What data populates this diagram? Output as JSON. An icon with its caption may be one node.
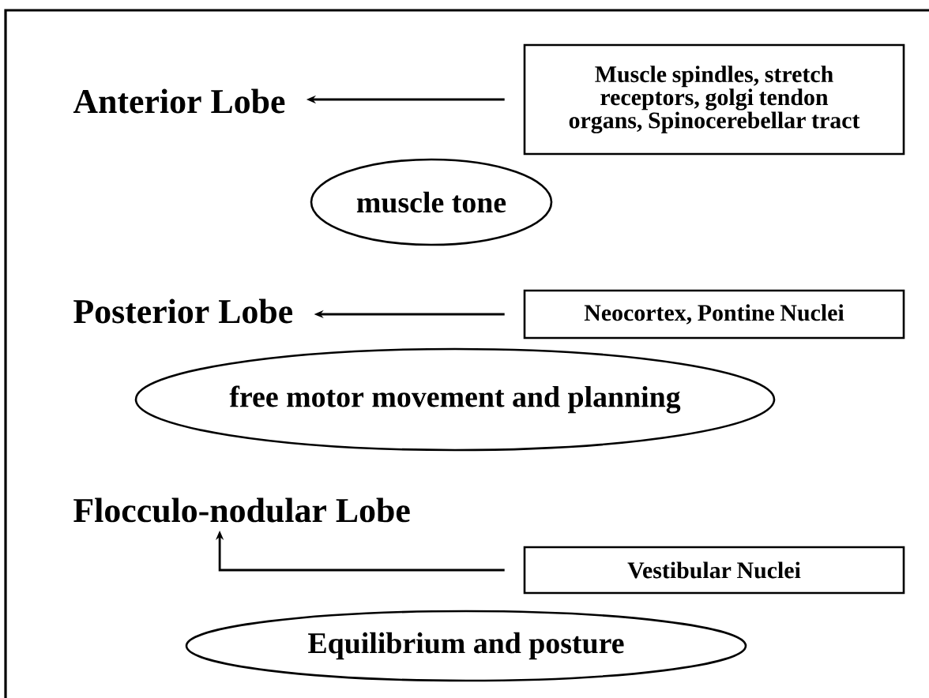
{
  "diagram": {
    "nodes": [
      {
        "text": [
          "Anterior Lobe"
        ]
      },
      {
        "text": [
          "Muscle spindles, stretch receptors, golgi tendon organs, Spinocerebellar tract"
        ]
      },
      {
        "text": [
          "muscle tone"
        ]
      },
      {
        "text": [
          "Posterior Lobe"
        ]
      },
      {
        "text": [
          "Neocortex, Pontine Nuclei"
        ]
      },
      {
        "text": [
          "free motor movement and planning"
        ]
      },
      {
        "text": [
          "Flocculo-nodular Lobe"
        ]
      },
      {
        "text": [
          "Vestibular Nuclei"
        ]
      },
      {
        "text": [
          "Equilibrium and posture"
        ]
      }
    ],
    "edges": [
      {
        "from": 1,
        "to": 0,
        "arrow": "to"
      },
      {
        "from": 4,
        "to": 3,
        "arrow": "to"
      },
      {
        "from": 7,
        "to": 6,
        "arrow": "to"
      }
    ]
  }
}
